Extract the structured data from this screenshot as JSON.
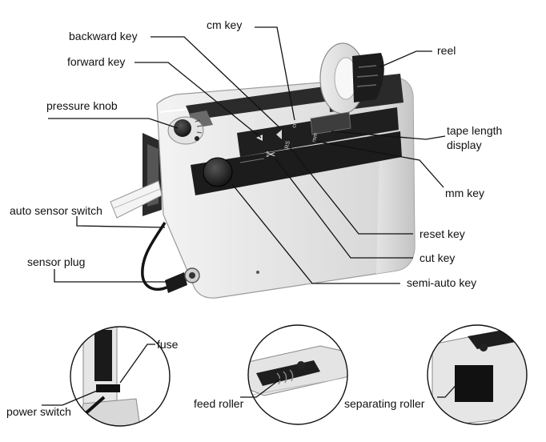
{
  "labels": {
    "backward_key": "backward key",
    "cm_key": "cm key",
    "reel": "reel",
    "forward_key": "forward key",
    "pressure_knob": "pressure knob",
    "tape_length_line1": "tape length",
    "tape_length_line2": "display",
    "mm_key": "mm key",
    "auto_sensor_switch": "auto sensor switch",
    "reset_key": "reset key",
    "sensor_plug": "sensor plug",
    "cut_key": "cut key",
    "semi_auto_key": "semi-auto key",
    "fuse": "fuse",
    "power_switch": "power switch",
    "feed_roller": "feed roller",
    "separating_roller": "separating roller"
  }
}
